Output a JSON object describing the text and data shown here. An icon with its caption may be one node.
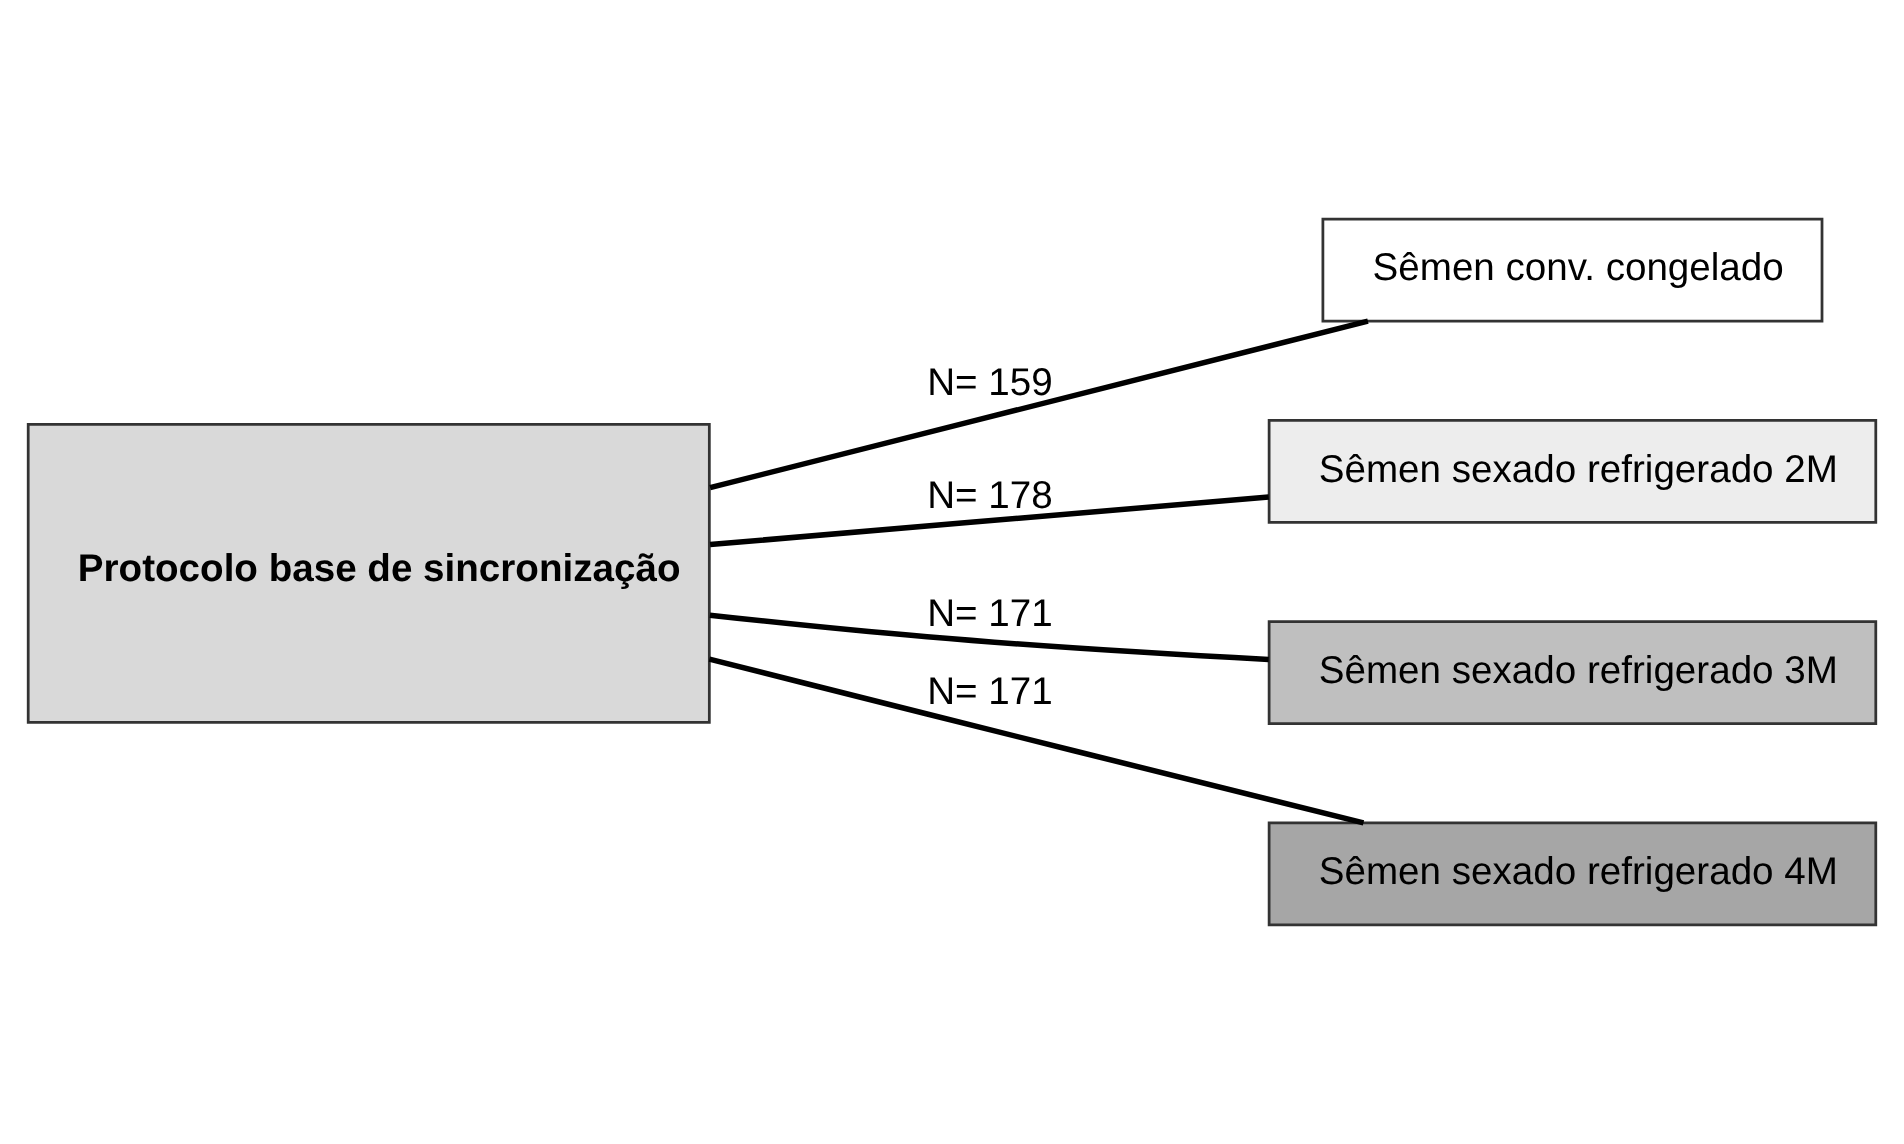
{
  "diagram": {
    "nodes": [
      {
        "text": [
          "Protocolo base de sincronização"
        ]
      },
      {
        "text": [
          "Sêmen conv. congelado"
        ]
      },
      {
        "text": [
          "Sêmen sexado refrigerado 2M"
        ]
      },
      {
        "text": [
          "Sêmen sexado refrigerado 3M"
        ]
      },
      {
        "text": [
          "Sêmen sexado refrigerado 4M"
        ]
      }
    ],
    "edges": [
      {
        "from": 0,
        "to": 1,
        "arrow": "none",
        "label": "N= 159"
      },
      {
        "from": 0,
        "to": 2,
        "arrow": "none",
        "label": "N= 178"
      },
      {
        "from": 0,
        "to": 3,
        "arrow": "none",
        "label": "N= 171"
      },
      {
        "from": 0,
        "to": 4,
        "arrow": "none",
        "label": "N= 171"
      }
    ]
  }
}
